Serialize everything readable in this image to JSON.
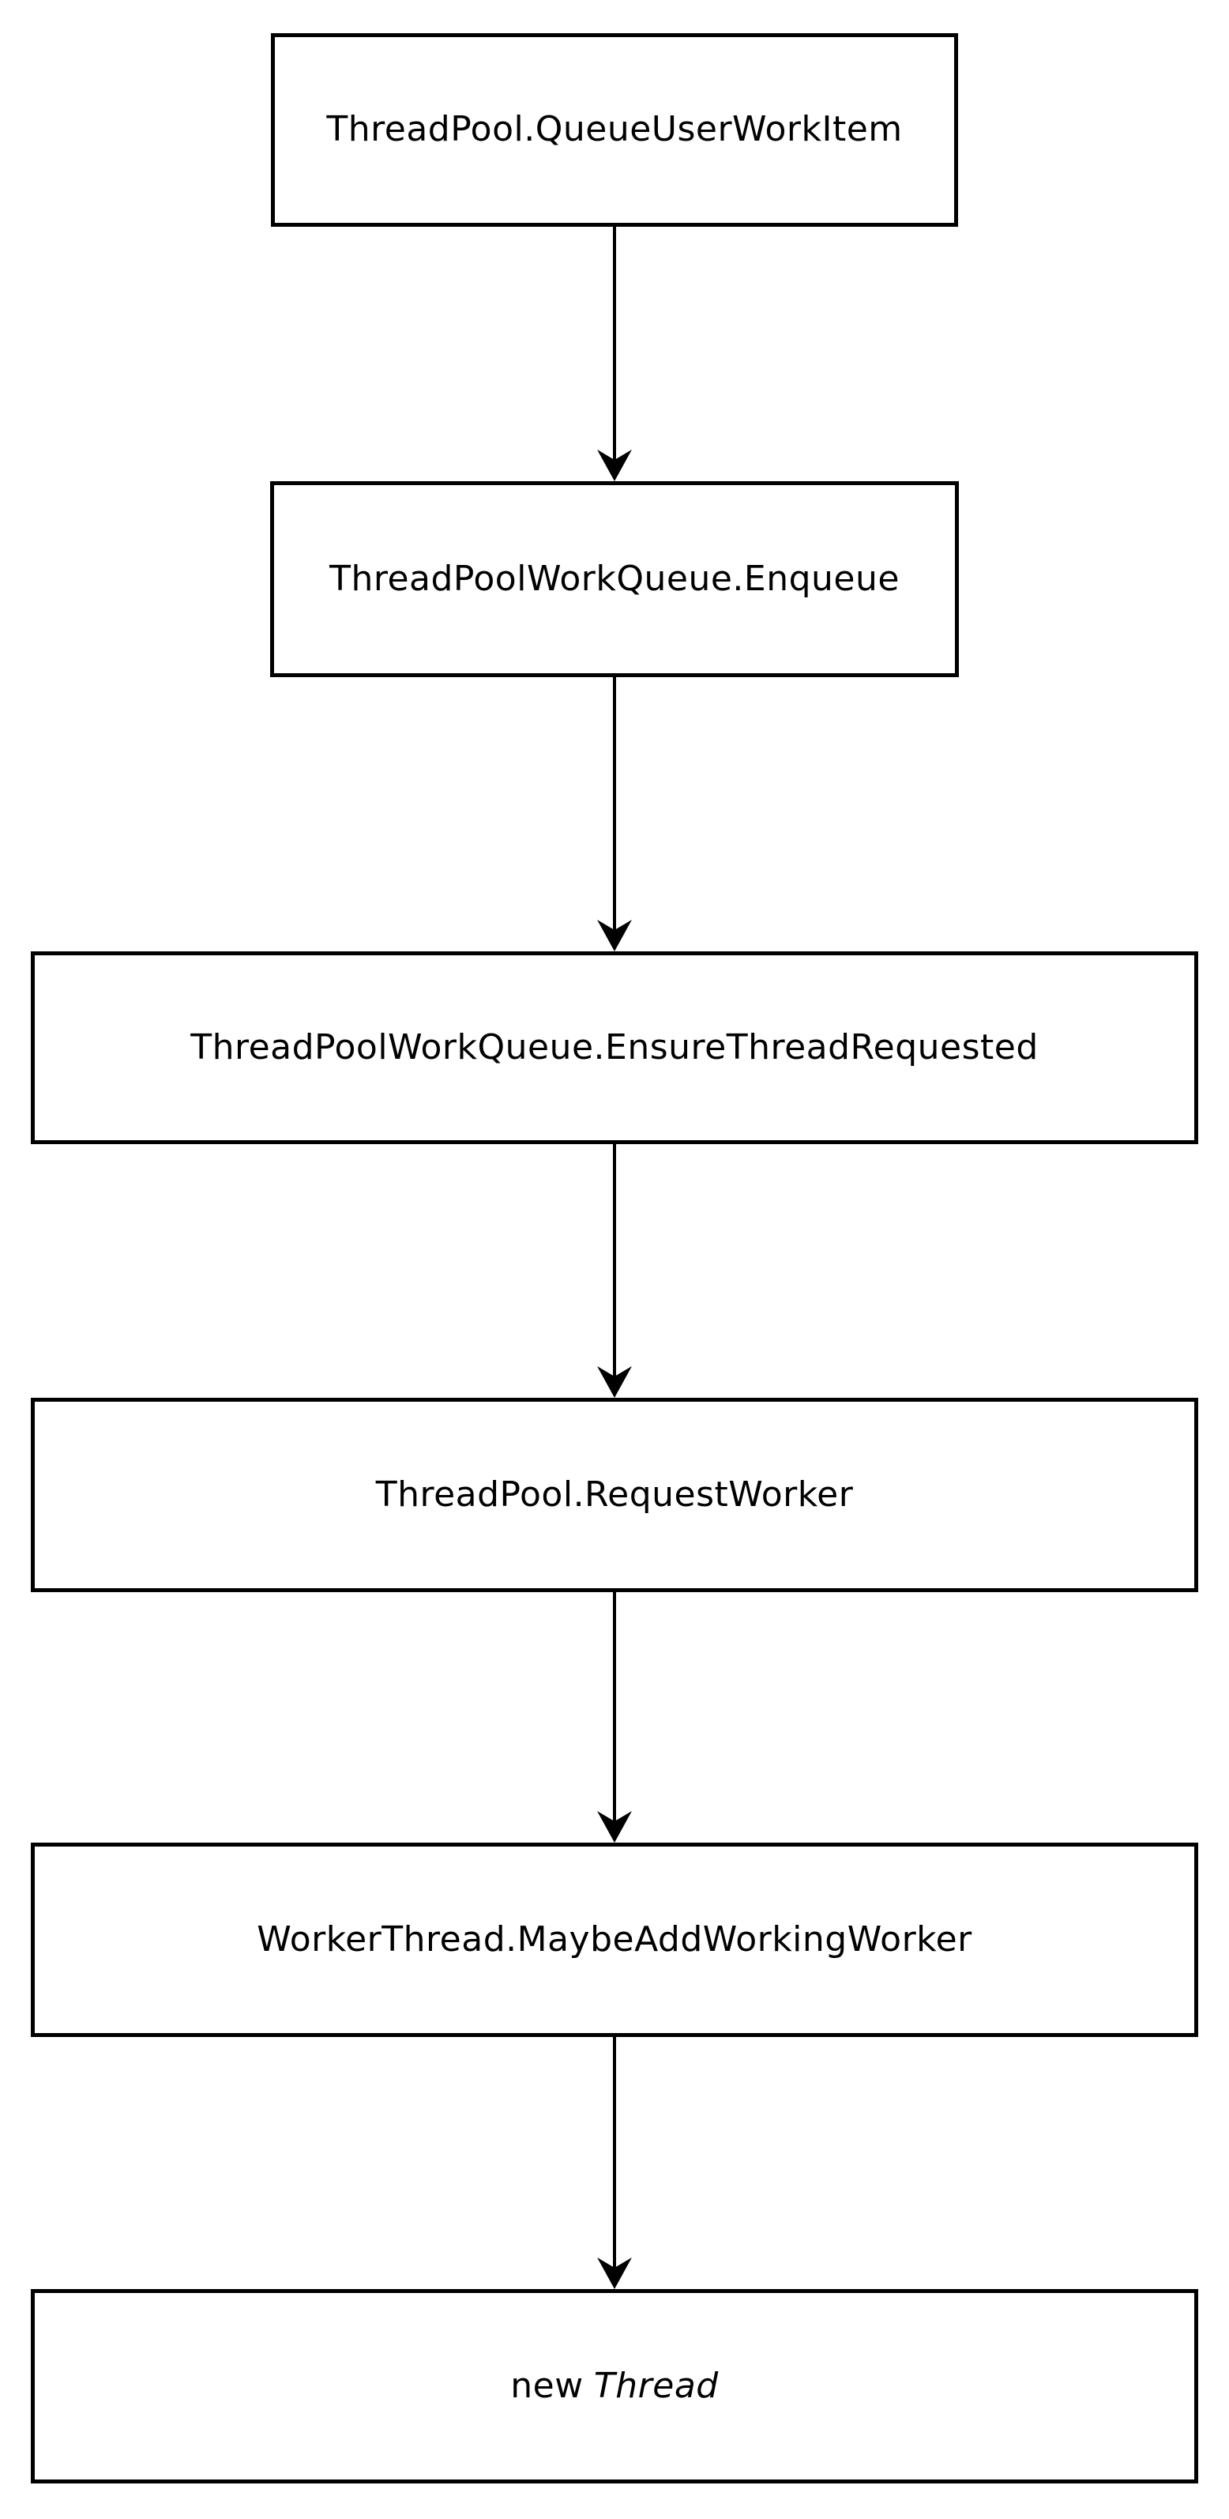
{
  "diagram": {
    "type": "flowchart",
    "background_color": "#ffffff",
    "stroke_color": "#000000",
    "node_fill_color": "#ffffff",
    "text_color": "#000000",
    "nodes": [
      {
        "label": "ThreadPool.QueueUserWorkItem"
      },
      {
        "label": "ThreadPoolWorkQueue.Enqueue"
      },
      {
        "label": "ThreadPoolWorkQueue.EnsureThreadRequested"
      },
      {
        "label": "ThreadPool.RequestWorker"
      },
      {
        "label": "WorkerThread.MaybeAddWorkingWorker"
      },
      {
        "label_prefix": "new",
        "label_emphasis": "Thread"
      }
    ],
    "edges": [
      {
        "from": 0,
        "to": 1,
        "direction": "down",
        "head": "filled-notched-triangle"
      },
      {
        "from": 1,
        "to": 2,
        "direction": "down",
        "head": "filled-notched-triangle"
      },
      {
        "from": 2,
        "to": 3,
        "direction": "down",
        "head": "filled-notched-triangle"
      },
      {
        "from": 3,
        "to": 4,
        "direction": "down",
        "head": "filled-notched-triangle"
      },
      {
        "from": 4,
        "to": 5,
        "direction": "down",
        "head": "filled-notched-triangle"
      }
    ]
  }
}
